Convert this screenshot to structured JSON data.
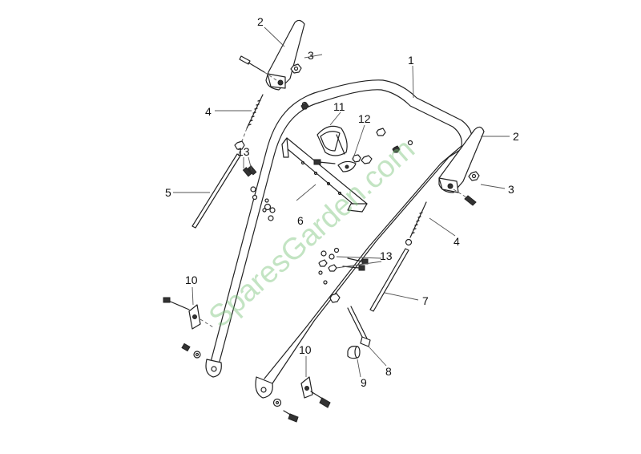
{
  "watermark": "SparesGarden.com",
  "callouts": {
    "c1": "1",
    "c2a": "2",
    "c2b": "2",
    "c3a": "3",
    "c3b": "3",
    "c4a": "4",
    "c4b": "4",
    "c5": "5",
    "c6": "6",
    "c7": "7",
    "c8": "8",
    "c9": "9",
    "c10a": "10",
    "c10b": "10",
    "c11": "11",
    "c12": "12",
    "c13a": "13",
    "c13b": "13"
  }
}
